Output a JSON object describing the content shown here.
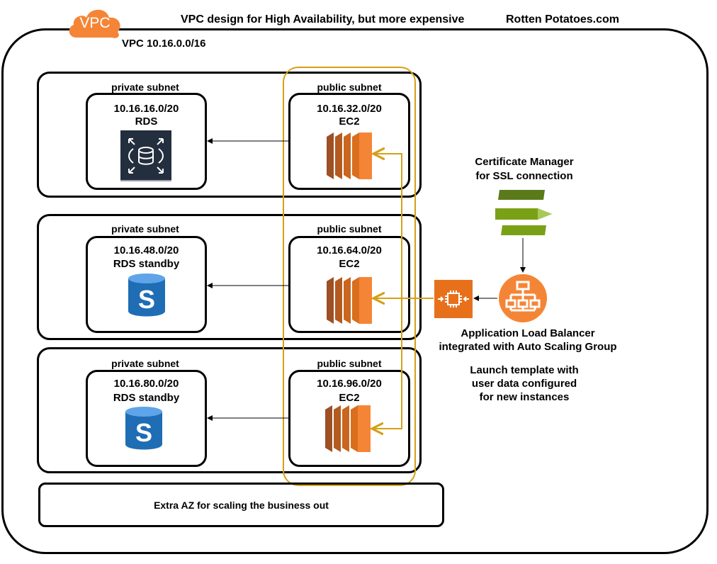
{
  "title": "VPC design for High Availability, but more expensive",
  "brand": "Rotten Potatoes.com",
  "vpc": {
    "badge": "VPC",
    "label": "VPC 10.16.0.0/16"
  },
  "rows": [
    {
      "private": {
        "title": "private subnet",
        "cidr": "10.16.16.0/20",
        "service": "RDS"
      },
      "public": {
        "title": "public subnet",
        "cidr": "10.16.32.0/20",
        "service": "EC2"
      }
    },
    {
      "private": {
        "title": "private subnet",
        "cidr": "10.16.48.0/20",
        "service": "RDS standby"
      },
      "public": {
        "title": "public subnet",
        "cidr": "10.16.64.0/20",
        "service": "EC2"
      }
    },
    {
      "private": {
        "title": "private subnet",
        "cidr": "10.16.80.0/20",
        "service": "RDS standby"
      },
      "public": {
        "title": "public subnet",
        "cidr": "10.16.96.0/20",
        "service": "EC2"
      }
    }
  ],
  "extra_az": "Extra AZ for scaling the business out",
  "cert_manager": {
    "line1": "Certificate Manager",
    "line2": "for SSL connection"
  },
  "alb": {
    "line1": "Application Load Balancer",
    "line2": "integrated with Auto Scaling Group"
  },
  "launch_template": {
    "line1": "Launch template with",
    "line2": "user data configured",
    "line3": "for new instances"
  },
  "icons": {
    "vpc_badge": "cloud-icon",
    "rds": "rds-database-icon",
    "rds_standby": "s3-bucket-icon",
    "ec2": "ec2-instance-icon",
    "acm": "certificate-manager-icon",
    "alb": "load-balancer-icon",
    "asg": "auto-scaling-icon"
  },
  "colors": {
    "vpc_orange": "#f58536",
    "ec2_orange": "#e7711b",
    "gold": "#d4a017",
    "rds_dark": "#232f3e",
    "s3_blue": "#1f6db5",
    "acm_green": "#7aa116"
  }
}
